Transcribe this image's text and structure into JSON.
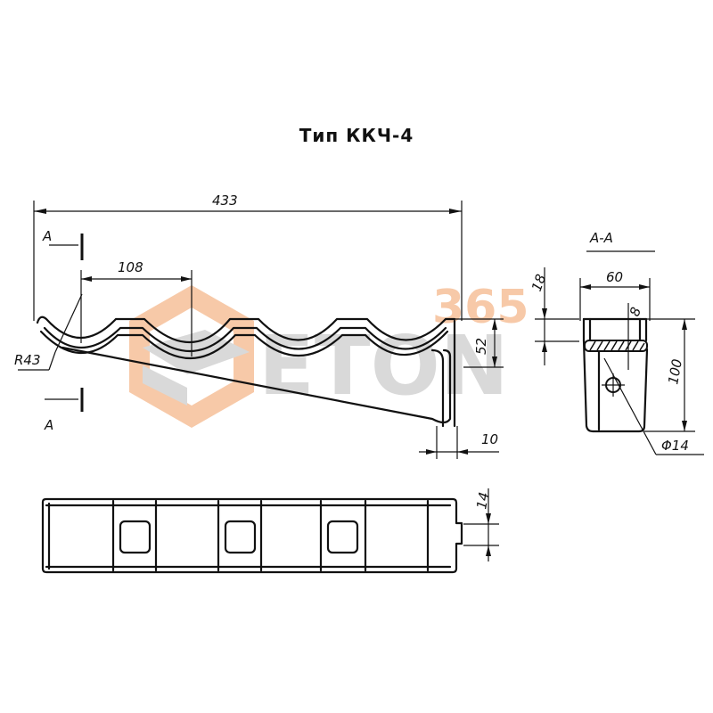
{
  "drawing": {
    "title": "Тип ККЧ-4",
    "section_label": "А-А",
    "section_marker_top": "А",
    "section_marker_bottom": "А",
    "dimensions": {
      "overall_length": "433",
      "pitch": "108",
      "radius": "R43",
      "height_tip": "52",
      "thickness_bottom": "10",
      "section_width": "60",
      "section_flange": "18",
      "section_rib": "8",
      "section_height": "100",
      "hole_diameter": "Φ14",
      "plan_slot": "14"
    },
    "views": [
      "side-view",
      "section-A-A",
      "plan-view"
    ]
  },
  "watermark": {
    "number": "365",
    "brand": "ETON",
    "colors": {
      "orange": "#f7c9a8",
      "gray": "#d9d9d9"
    }
  }
}
